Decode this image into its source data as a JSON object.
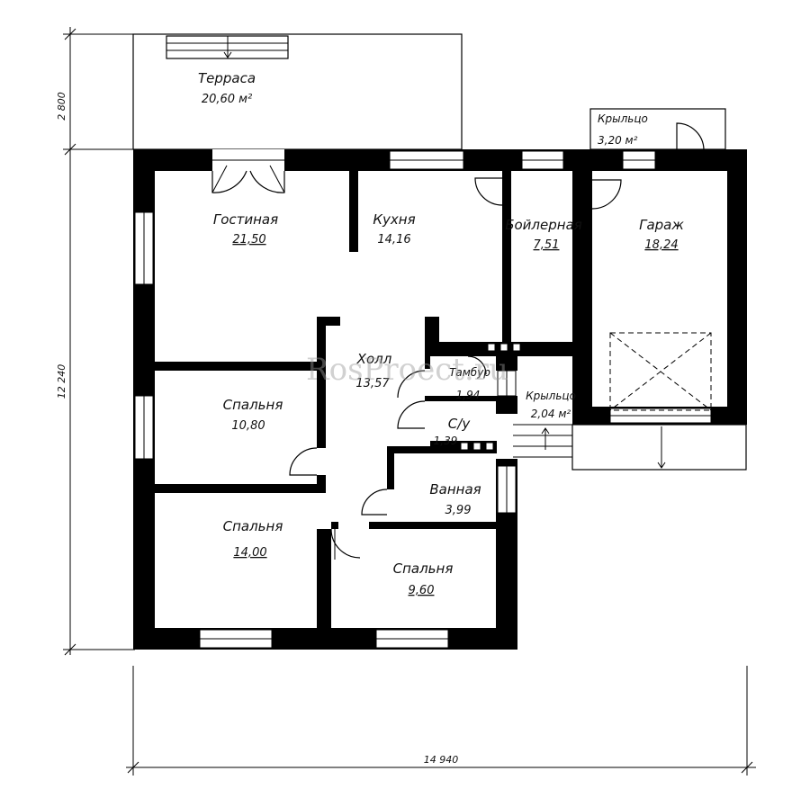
{
  "rooms": {
    "terrace": {
      "name": "Терраса",
      "area": "20,60 м²"
    },
    "porch_top": {
      "name": "Крыльцо",
      "area": "3,20 м²"
    },
    "living": {
      "name": "Гостиная",
      "area": "21,50"
    },
    "kitchen": {
      "name": "Кухня",
      "area": "14,16"
    },
    "boiler": {
      "name": "Бойлерная",
      "area": "7,51"
    },
    "garage": {
      "name": "Гараж",
      "area": "18,24"
    },
    "hall": {
      "name": "Холл",
      "area": "13,57"
    },
    "vestibule": {
      "name": "Тамбур",
      "area": "1,94"
    },
    "porch_mid": {
      "name": "Крыльцо",
      "area": "2,04 м²"
    },
    "bedroom1": {
      "name": "Спальня",
      "area": "10,80"
    },
    "wc": {
      "name": "С/у",
      "area": "1,39"
    },
    "bathroom": {
      "name": "Ванная",
      "area": "3,99"
    },
    "bedroom2": {
      "name": "Спальня",
      "area": "14,00"
    },
    "bedroom3": {
      "name": "Спальня",
      "area": "9,60"
    }
  },
  "dimensions": {
    "terrace_depth": "2 800",
    "house_depth": "12 240",
    "house_width": "14 940"
  },
  "watermark": "RosProect.ru"
}
